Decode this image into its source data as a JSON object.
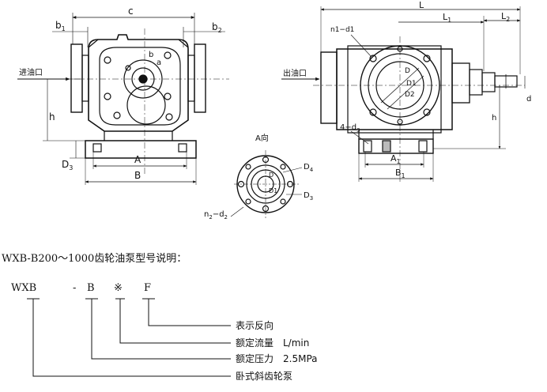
{
  "drawing": {
    "front_view": {
      "dim_c": "c",
      "dim_b1": "b",
      "dim_b1_sub": "1",
      "dim_b2": "b",
      "dim_b2_sub": "2",
      "inlet_label": "进油口",
      "dim_h": "h",
      "dim_d3": "D",
      "dim_d3_sub": "3",
      "dim_A": "A",
      "dim_B": "B",
      "dim_b": "b",
      "dim_a": "a"
    },
    "side_view": {
      "dim_L": "L",
      "dim_L1": "L",
      "dim_L1_sub": "1",
      "dim_L2": "L",
      "dim_L2_sub": "2",
      "dim_n1d1": "n1−d1",
      "outlet_label": "出油口",
      "dim_D": "D",
      "dim_D1": "D1",
      "dim_D2": "D2",
      "dim_d": "d",
      "dim_h": "h",
      "dim_4d3": "4−d",
      "dim_4d3_sub": "3",
      "dim_A1": "A",
      "dim_A1_sub": "1",
      "dim_B1": "B",
      "dim_B1_sub": "1"
    },
    "view_a": {
      "title": "A向",
      "dim_D": "D",
      "dim_D1": "D1",
      "dim_D4": "D",
      "dim_D4_sub": "4",
      "dim_D3": "D",
      "dim_D3_sub": "3",
      "dim_n2d2": "n",
      "dim_n2d2_sub": "2",
      "dim_n2d2_mid": "−d",
      "dim_n2d2_sub2": "2"
    }
  },
  "caption": "WXB-B200～1000齿轮油泵型号说明：",
  "model_code": {
    "parts": [
      "WXB",
      "-",
      "B",
      "※",
      "F"
    ],
    "explanations": [
      "表示反向",
      "额定流量　L/min",
      "额定压力　2.5MPa",
      "卧式斜齿轮泵"
    ]
  }
}
